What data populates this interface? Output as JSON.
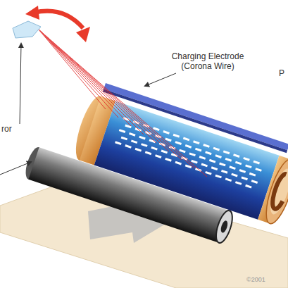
{
  "diagram": {
    "labels": [
      "Charging Electrode (Corona Wire)",
      "ror",
      "P",
      "©2001"
    ]
  }
}
